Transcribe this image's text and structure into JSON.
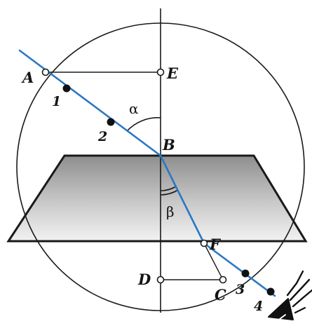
{
  "points": {
    "A": "A",
    "B": "B",
    "C": "C",
    "D": "D",
    "E": "E",
    "F": "F"
  },
  "pins": {
    "p1": "1",
    "p2": "2",
    "p3": "3",
    "p4": "4"
  },
  "angles": {
    "incidence": "α",
    "refraction": "β"
  },
  "colors": {
    "ray": "#2b78c2",
    "outline": "#1a1a1a",
    "glass_top": "#8e8e8e",
    "glass_bottom": "#f2f2f2"
  },
  "icons": {
    "observer_eye": "eye-icon"
  }
}
